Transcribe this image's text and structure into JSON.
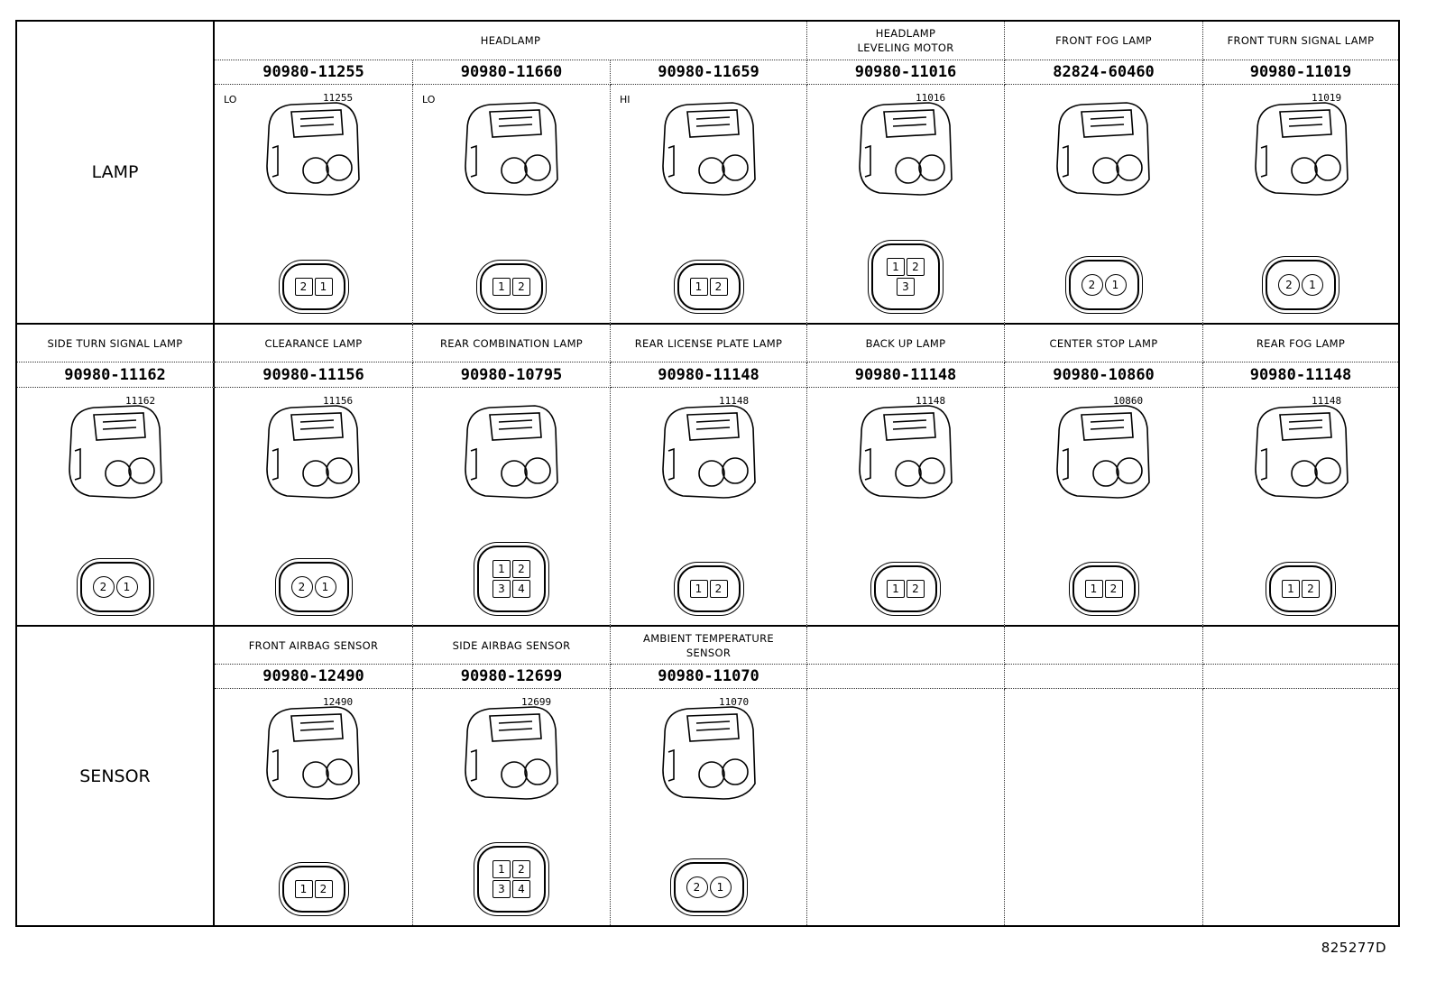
{
  "rows": [
    {
      "group": "LAMP",
      "header_span": {
        "name": "HEADLAMP",
        "span": 3
      },
      "cells": [
        {
          "name": "HEADLAMP",
          "part": "90980-11255",
          "note": "LO",
          "callout": "11255",
          "pins": [
            "2",
            "1"
          ],
          "pin_shape": "square"
        },
        {
          "name": "HEADLAMP",
          "part": "90980-11660",
          "note": "LO",
          "callout": "",
          "pins": [
            "1",
            "2"
          ],
          "pin_shape": "square"
        },
        {
          "name": "HEADLAMP",
          "part": "90980-11659",
          "note": "HI",
          "callout": "",
          "pins": [
            "1",
            "2"
          ],
          "pin_shape": "square"
        },
        {
          "name": "HEADLAMP\nLEVELING MOTOR",
          "part": "90980-11016",
          "note": "",
          "callout": "11016",
          "pins": [
            "1",
            "2",
            "3"
          ],
          "pin_shape": "square"
        },
        {
          "name": "FRONT FOG LAMP",
          "part": "82824-60460",
          "note": "",
          "callout": "",
          "pins": [
            "2",
            "1"
          ],
          "pin_shape": "round"
        },
        {
          "name": "FRONT TURN SIGNAL LAMP",
          "part": "90980-11019",
          "note": "",
          "callout": "11019",
          "pins": [
            "2",
            "1"
          ],
          "pin_shape": "round"
        }
      ]
    },
    {
      "group": "",
      "cells": [
        {
          "name": "SIDE TURN SIGNAL LAMP",
          "part": "90980-11162",
          "note": "",
          "callout": "11162",
          "pins": [
            "2",
            "1"
          ],
          "pin_shape": "round"
        },
        {
          "name": "CLEARANCE LAMP",
          "part": "90980-11156",
          "note": "",
          "callout": "11156",
          "pins": [
            "2",
            "1"
          ],
          "pin_shape": "round"
        },
        {
          "name": "REAR COMBINATION LAMP",
          "part": "90980-10795",
          "note": "",
          "callout": "",
          "pins": [
            "1",
            "2",
            "3",
            "4"
          ],
          "pin_shape": "square"
        },
        {
          "name": "REAR LICENSE PLATE LAMP",
          "part": "90980-11148",
          "note": "",
          "callout": "11148",
          "pins": [
            "1",
            "2"
          ],
          "pin_shape": "square"
        },
        {
          "name": "BACK UP LAMP",
          "part": "90980-11148",
          "note": "",
          "callout": "11148",
          "pins": [
            "1",
            "2"
          ],
          "pin_shape": "square"
        },
        {
          "name": "CENTER STOP LAMP",
          "part": "90980-10860",
          "note": "",
          "callout": "10860",
          "pins": [
            "1",
            "2"
          ],
          "pin_shape": "square"
        },
        {
          "name": "REAR FOG LAMP",
          "part": "90980-11148",
          "note": "",
          "callout": "11148",
          "pins": [
            "1",
            "2"
          ],
          "pin_shape": "square"
        }
      ]
    },
    {
      "group": "SENSOR",
      "cells": [
        {
          "name": "FRONT AIRBAG SENSOR",
          "part": "90980-12490",
          "note": "",
          "callout": "12490",
          "pins": [
            "1",
            "2"
          ],
          "pin_shape": "square"
        },
        {
          "name": "SIDE AIRBAG SENSOR",
          "part": "90980-12699",
          "note": "",
          "callout": "12699",
          "pins": [
            "1",
            "2",
            "3",
            "4"
          ],
          "pin_shape": "square"
        },
        {
          "name": "AMBIENT TEMPERATURE\nSENSOR",
          "part": "90980-11070",
          "note": "",
          "callout": "11070",
          "pins": [
            "2",
            "1"
          ],
          "pin_shape": "round"
        },
        null,
        null,
        null
      ]
    }
  ],
  "figure_code": "825277D"
}
